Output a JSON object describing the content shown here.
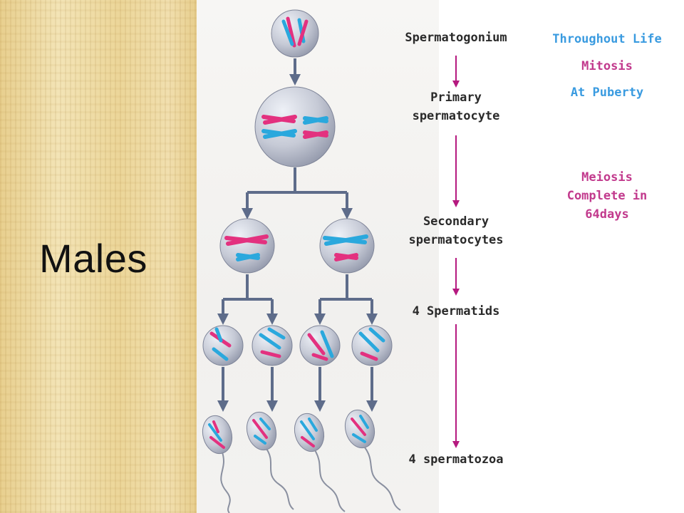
{
  "title": "Males",
  "stages": {
    "spermatogonium": "Spermatogonium",
    "primary_line1": "Primary",
    "primary_line2": "spermatocyte",
    "secondary_line1": "Secondary",
    "secondary_line2": "spermatocytes",
    "spermatids": "4 Spermatids",
    "spermatozoa": "4 spermatozoa"
  },
  "notes": {
    "throughout_life": "Throughout Life",
    "mitosis": "Mitosis",
    "at_puberty": "At Puberty",
    "meiosis_line1": "Meiosis",
    "meiosis_line2": "Complete in",
    "meiosis_line3": "64days"
  },
  "colors": {
    "chromosome_pink": "#e3317f",
    "chromosome_blue": "#2aa8dd",
    "arrow_magenta": "#b5197f",
    "note_blue": "#3a9be0",
    "note_magenta": "#c23a8d"
  }
}
